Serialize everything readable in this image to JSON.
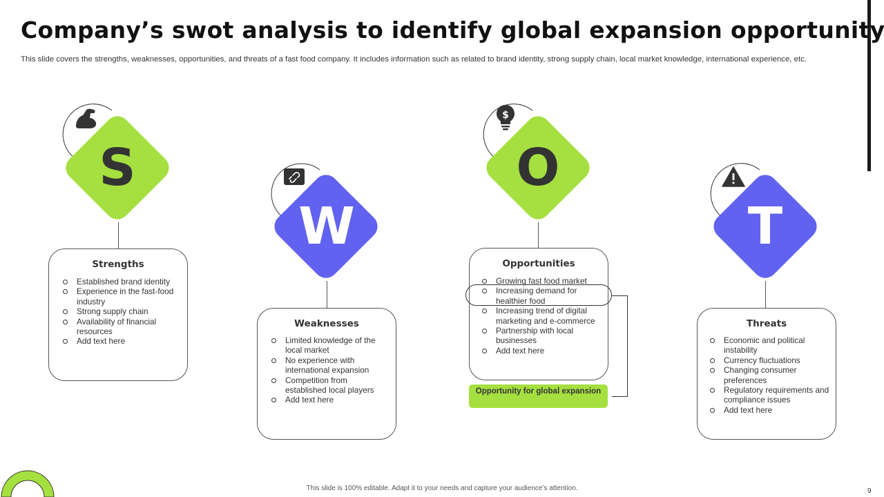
{
  "slide": {
    "title": "Company’s swot analysis to identify global expansion opportunity",
    "subtitle": "This slide covers the strengths, weaknesses, opportunities, and threats of a fast food company. It includes information such as related to brand identity, strong supply chain, local market knowledge, international experience, etc.",
    "footer": "This slide is 100% editable.  Adapt it to your needs and capture your audience’s attention.",
    "page_number": "9"
  },
  "colors": {
    "green": "#a5e040",
    "blue": "#6262f0",
    "dark": "#333333"
  },
  "swot": {
    "s": {
      "letter": "S",
      "icon": "flexed-arm-icon",
      "title": "Strengths",
      "items": [
        "Established brand identity",
        "Experience in the fast-food industry",
        "Strong supply chain",
        "Availability of financial resources",
        "Add text here"
      ]
    },
    "w": {
      "letter": "W",
      "icon": "broken-link-icon",
      "title": "Weaknesses",
      "items": [
        "Limited knowledge of the local market",
        "No experience with international expansion",
        "Competition from established local players",
        "Add text here"
      ]
    },
    "o": {
      "letter": "O",
      "icon": "dollar-bulb-icon",
      "title": "Opportunities",
      "items": [
        "Growing fast food market",
        "Increasing demand for healthier food",
        "Increasing trend of digital marketing and e-commerce",
        "Partnership with local businesses",
        "Add text here"
      ],
      "callout": "Opportunity for global expansion"
    },
    "t": {
      "letter": "T",
      "icon": "warning-icon",
      "title": "Threats",
      "items": [
        "Economic and political instability",
        "Currency fluctuations",
        "Changing consumer preferences",
        "Regulatory requirements and compliance issues",
        "Add text here"
      ]
    }
  }
}
